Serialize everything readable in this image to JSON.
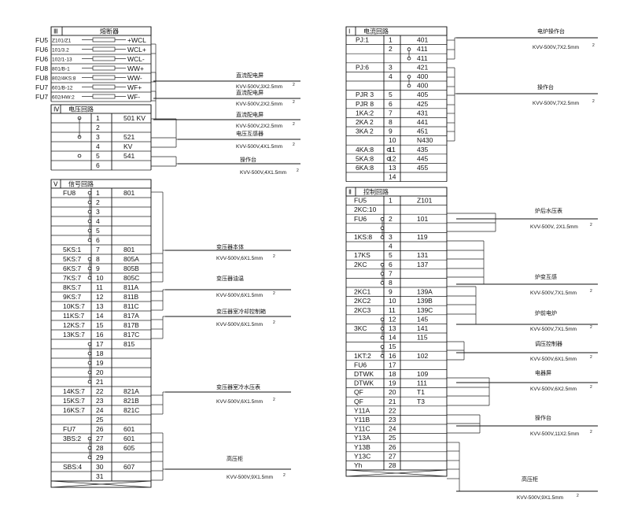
{
  "left": {
    "fuse_section": {
      "num": "Ⅲ",
      "title": "熔断器",
      "rows": [
        {
          "fu": "FU5",
          "spec": "Z101/Z1",
          "out": "+WCL"
        },
        {
          "fu": "FU6",
          "spec": "101/3.2",
          "out": "WCL+"
        },
        {
          "fu": "FU6",
          "spec": "102/1-13",
          "out": "WCL-"
        },
        {
          "fu": "FU8",
          "spec": "801/B-1",
          "out": "WW+"
        },
        {
          "fu": "FU8",
          "spec": "802/4KS:8",
          "out": "WW-"
        },
        {
          "fu": "FU7",
          "spec": "601/B-12",
          "out": "WF+"
        },
        {
          "fu": "FU7",
          "spec": "602/HW:2",
          "out": "WF-"
        }
      ]
    },
    "voltage_section": {
      "num": "Ⅳ",
      "title": "电压回路",
      "rows": [
        {
          "left": "",
          "num": "1",
          "right": "501  KV"
        },
        {
          "left": "",
          "num": "2",
          "right": ""
        },
        {
          "left": "",
          "num": "3",
          "right": "521"
        },
        {
          "left": "",
          "num": "4",
          "right": "KV"
        },
        {
          "left": "",
          "num": "5",
          "right": "541"
        },
        {
          "left": "",
          "num": "6",
          "right": ""
        }
      ]
    },
    "signal_section": {
      "num": "Ⅴ",
      "title": "信号回路",
      "rows": [
        {
          "left": "FU8",
          "num": "1",
          "right": "801"
        },
        {
          "left": "",
          "num": "2",
          "right": ""
        },
        {
          "left": "",
          "num": "3",
          "right": ""
        },
        {
          "left": "",
          "num": "4",
          "right": ""
        },
        {
          "left": "",
          "num": "5",
          "right": ""
        },
        {
          "left": "",
          "num": "6",
          "right": ""
        },
        {
          "left": "5KS:1",
          "num": "7",
          "right": "801"
        },
        {
          "left": "5KS:7",
          "num": "8",
          "right": "805A"
        },
        {
          "left": "6KS:7",
          "num": "9",
          "right": "805B"
        },
        {
          "left": "7KS:7",
          "num": "10",
          "right": "805C"
        },
        {
          "left": "8KS:7",
          "num": "11",
          "right": "811A"
        },
        {
          "left": "9KS:7",
          "num": "12",
          "right": "811B"
        },
        {
          "left": "10KS:7",
          "num": "13",
          "right": "811C"
        },
        {
          "left": "11KS:7",
          "num": "14",
          "right": "817A"
        },
        {
          "left": "12KS:7",
          "num": "15",
          "right": "817B"
        },
        {
          "left": "13KS:7",
          "num": "16",
          "right": "817C"
        },
        {
          "left": "",
          "num": "17",
          "right": "815"
        },
        {
          "left": "",
          "num": "18",
          "right": ""
        },
        {
          "left": "",
          "num": "19",
          "right": ""
        },
        {
          "left": "",
          "num": "20",
          "right": ""
        },
        {
          "left": "",
          "num": "21",
          "right": ""
        },
        {
          "left": "14KS:7",
          "num": "22",
          "right": "821A"
        },
        {
          "left": "15KS:7",
          "num": "23",
          "right": "821B"
        },
        {
          "left": "16KS:7",
          "num": "24",
          "right": "821C"
        },
        {
          "left": "",
          "num": "25",
          "right": ""
        },
        {
          "left": "FU7",
          "num": "26",
          "right": "601"
        },
        {
          "left": "3BS:2",
          "num": "27",
          "right": "601"
        },
        {
          "left": "",
          "num": "28",
          "right": "605"
        },
        {
          "left": "",
          "num": "29",
          "right": ""
        },
        {
          "left": "SBS:4",
          "num": "30",
          "right": "607"
        },
        {
          "left": "",
          "num": "31",
          "right": ""
        }
      ]
    },
    "cables": [
      {
        "title": "直流配电屏",
        "spec": "KVV-500V,3X2.5mm"
      },
      {
        "title": "直流配电屏",
        "spec": "KVV-500V,2X2.5mm"
      },
      {
        "title": "直流配电屏",
        "spec": "KVV-500V,2X2.5mm"
      },
      {
        "title": "电压互感器",
        "spec": "KVV-500V,4X1.5mm"
      },
      {
        "title": "操作台",
        "spec": "KVV-500V,4X1.5mm"
      },
      {
        "title": "变压器本体",
        "spec": "KVV-500V,6X1.5mm"
      },
      {
        "title": "变压器油温",
        "spec": "KVV-500V,6X1.5mm"
      },
      {
        "title": "变压器室冷却控制箱",
        "spec": "KVV-500V,6X1.5mm"
      },
      {
        "title": "变压器室冷水压表",
        "spec": "KVV-500V,6X1.5mm"
      },
      {
        "title": "高压柜",
        "spec": "KVV-500V,9X1.5mm"
      }
    ]
  },
  "right": {
    "current_section": {
      "num": "Ⅰ",
      "title": "电流回路",
      "rows": [
        {
          "left": "PJ:1",
          "num": "1",
          "right": "401"
        },
        {
          "left": "",
          "num": "2",
          "right": "411"
        },
        {
          "left": "",
          "num": "",
          "right": "411"
        },
        {
          "left": "PJ:6",
          "num": "3",
          "right": "421"
        },
        {
          "left": "",
          "num": "4",
          "right": "400"
        },
        {
          "left": "",
          "num": "",
          "right": "400"
        },
        {
          "left": "PJR 3",
          "num": "5",
          "right": "405"
        },
        {
          "left": "PJR 8",
          "num": "6",
          "right": "425"
        },
        {
          "left": "1KA:2",
          "num": "7",
          "right": "431"
        },
        {
          "left": "2KA 2",
          "num": "8",
          "right": "441"
        },
        {
          "left": "3KA 2",
          "num": "9",
          "right": "451"
        },
        {
          "left": "",
          "num": "10",
          "right": "N430"
        },
        {
          "left": "4KA:8",
          "num": "11",
          "right": "435"
        },
        {
          "left": "5KA:8",
          "num": "12",
          "right": "445"
        },
        {
          "left": "6KA:8",
          "num": "13",
          "right": "455"
        },
        {
          "left": "",
          "num": "14",
          "right": ""
        }
      ]
    },
    "control_section": {
      "num": "Ⅱ",
      "title": "控制回路",
      "rows": [
        {
          "left": "FU5",
          "num": "1",
          "right": "Z101"
        },
        {
          "left": "2KC:10",
          "num": "",
          "right": ""
        },
        {
          "left": "FU6",
          "num": "2",
          "right": "101"
        },
        {
          "left": "",
          "num": "",
          "right": ""
        },
        {
          "left": "1KS:8",
          "num": "3",
          "right": "119"
        },
        {
          "left": "",
          "num": "4",
          "right": ""
        },
        {
          "left": "17KS",
          "num": "5",
          "right": "131"
        },
        {
          "left": "2KC",
          "num": "6",
          "right": "137"
        },
        {
          "left": "",
          "num": "7",
          "right": ""
        },
        {
          "left": "",
          "num": "8",
          "right": ""
        },
        {
          "left": "2KC1",
          "num": "9",
          "right": "139A"
        },
        {
          "left": "2KC2",
          "num": "10",
          "right": "139B"
        },
        {
          "left": "2KC3",
          "num": "11",
          "right": "139C"
        },
        {
          "left": "",
          "num": "12",
          "right": "145"
        },
        {
          "left": "3KC",
          "num": "13",
          "right": "141"
        },
        {
          "left": "",
          "num": "14",
          "right": "115"
        },
        {
          "left": "",
          "num": "15",
          "right": ""
        },
        {
          "left": "1KT:2",
          "num": "16",
          "right": "102"
        },
        {
          "left": "FU6",
          "num": "17",
          "right": ""
        },
        {
          "left": "DTWK",
          "num": "18",
          "right": "109"
        },
        {
          "left": "DTWK",
          "num": "19",
          "right": "111"
        },
        {
          "left": "QF",
          "num": "20",
          "right": "T1"
        },
        {
          "left": "QF",
          "num": "21",
          "right": "T3"
        },
        {
          "left": "Y11A",
          "num": "22",
          "right": ""
        },
        {
          "left": "Y11B",
          "num": "23",
          "right": ""
        },
        {
          "left": "Y11C",
          "num": "24",
          "right": ""
        },
        {
          "left": "Y13A",
          "num": "25",
          "right": ""
        },
        {
          "left": "Y13B",
          "num": "26",
          "right": ""
        },
        {
          "left": "Y13C",
          "num": "27",
          "right": ""
        },
        {
          "left": "Yh",
          "num": "28",
          "right": ""
        }
      ]
    },
    "cables": [
      {
        "title": "电炉操作台",
        "spec": "KVV-500V,7X2.5mm"
      },
      {
        "title": "操作台",
        "spec": "KVV-500V,7X2.5mm"
      },
      {
        "title": "炉后水压表",
        "spec": "KVV-500V, 2X1.5mm"
      },
      {
        "title": "炉变互感",
        "spec": "KVV-500V,7X1.5mm"
      },
      {
        "title": "炉前电炉",
        "spec": "KVV-500V,7X1.5mm"
      },
      {
        "title": "调压控制器",
        "spec": "KVV-500V,6X1.5mm"
      },
      {
        "title": "电器屏",
        "spec": "KVV-500V,6X2.5mm"
      },
      {
        "title": "操作台",
        "spec": "KVV-500V,11X2.5mm"
      },
      {
        "title": "高压柜",
        "spec": "KVV-500V,9X1.5mm"
      }
    ]
  }
}
